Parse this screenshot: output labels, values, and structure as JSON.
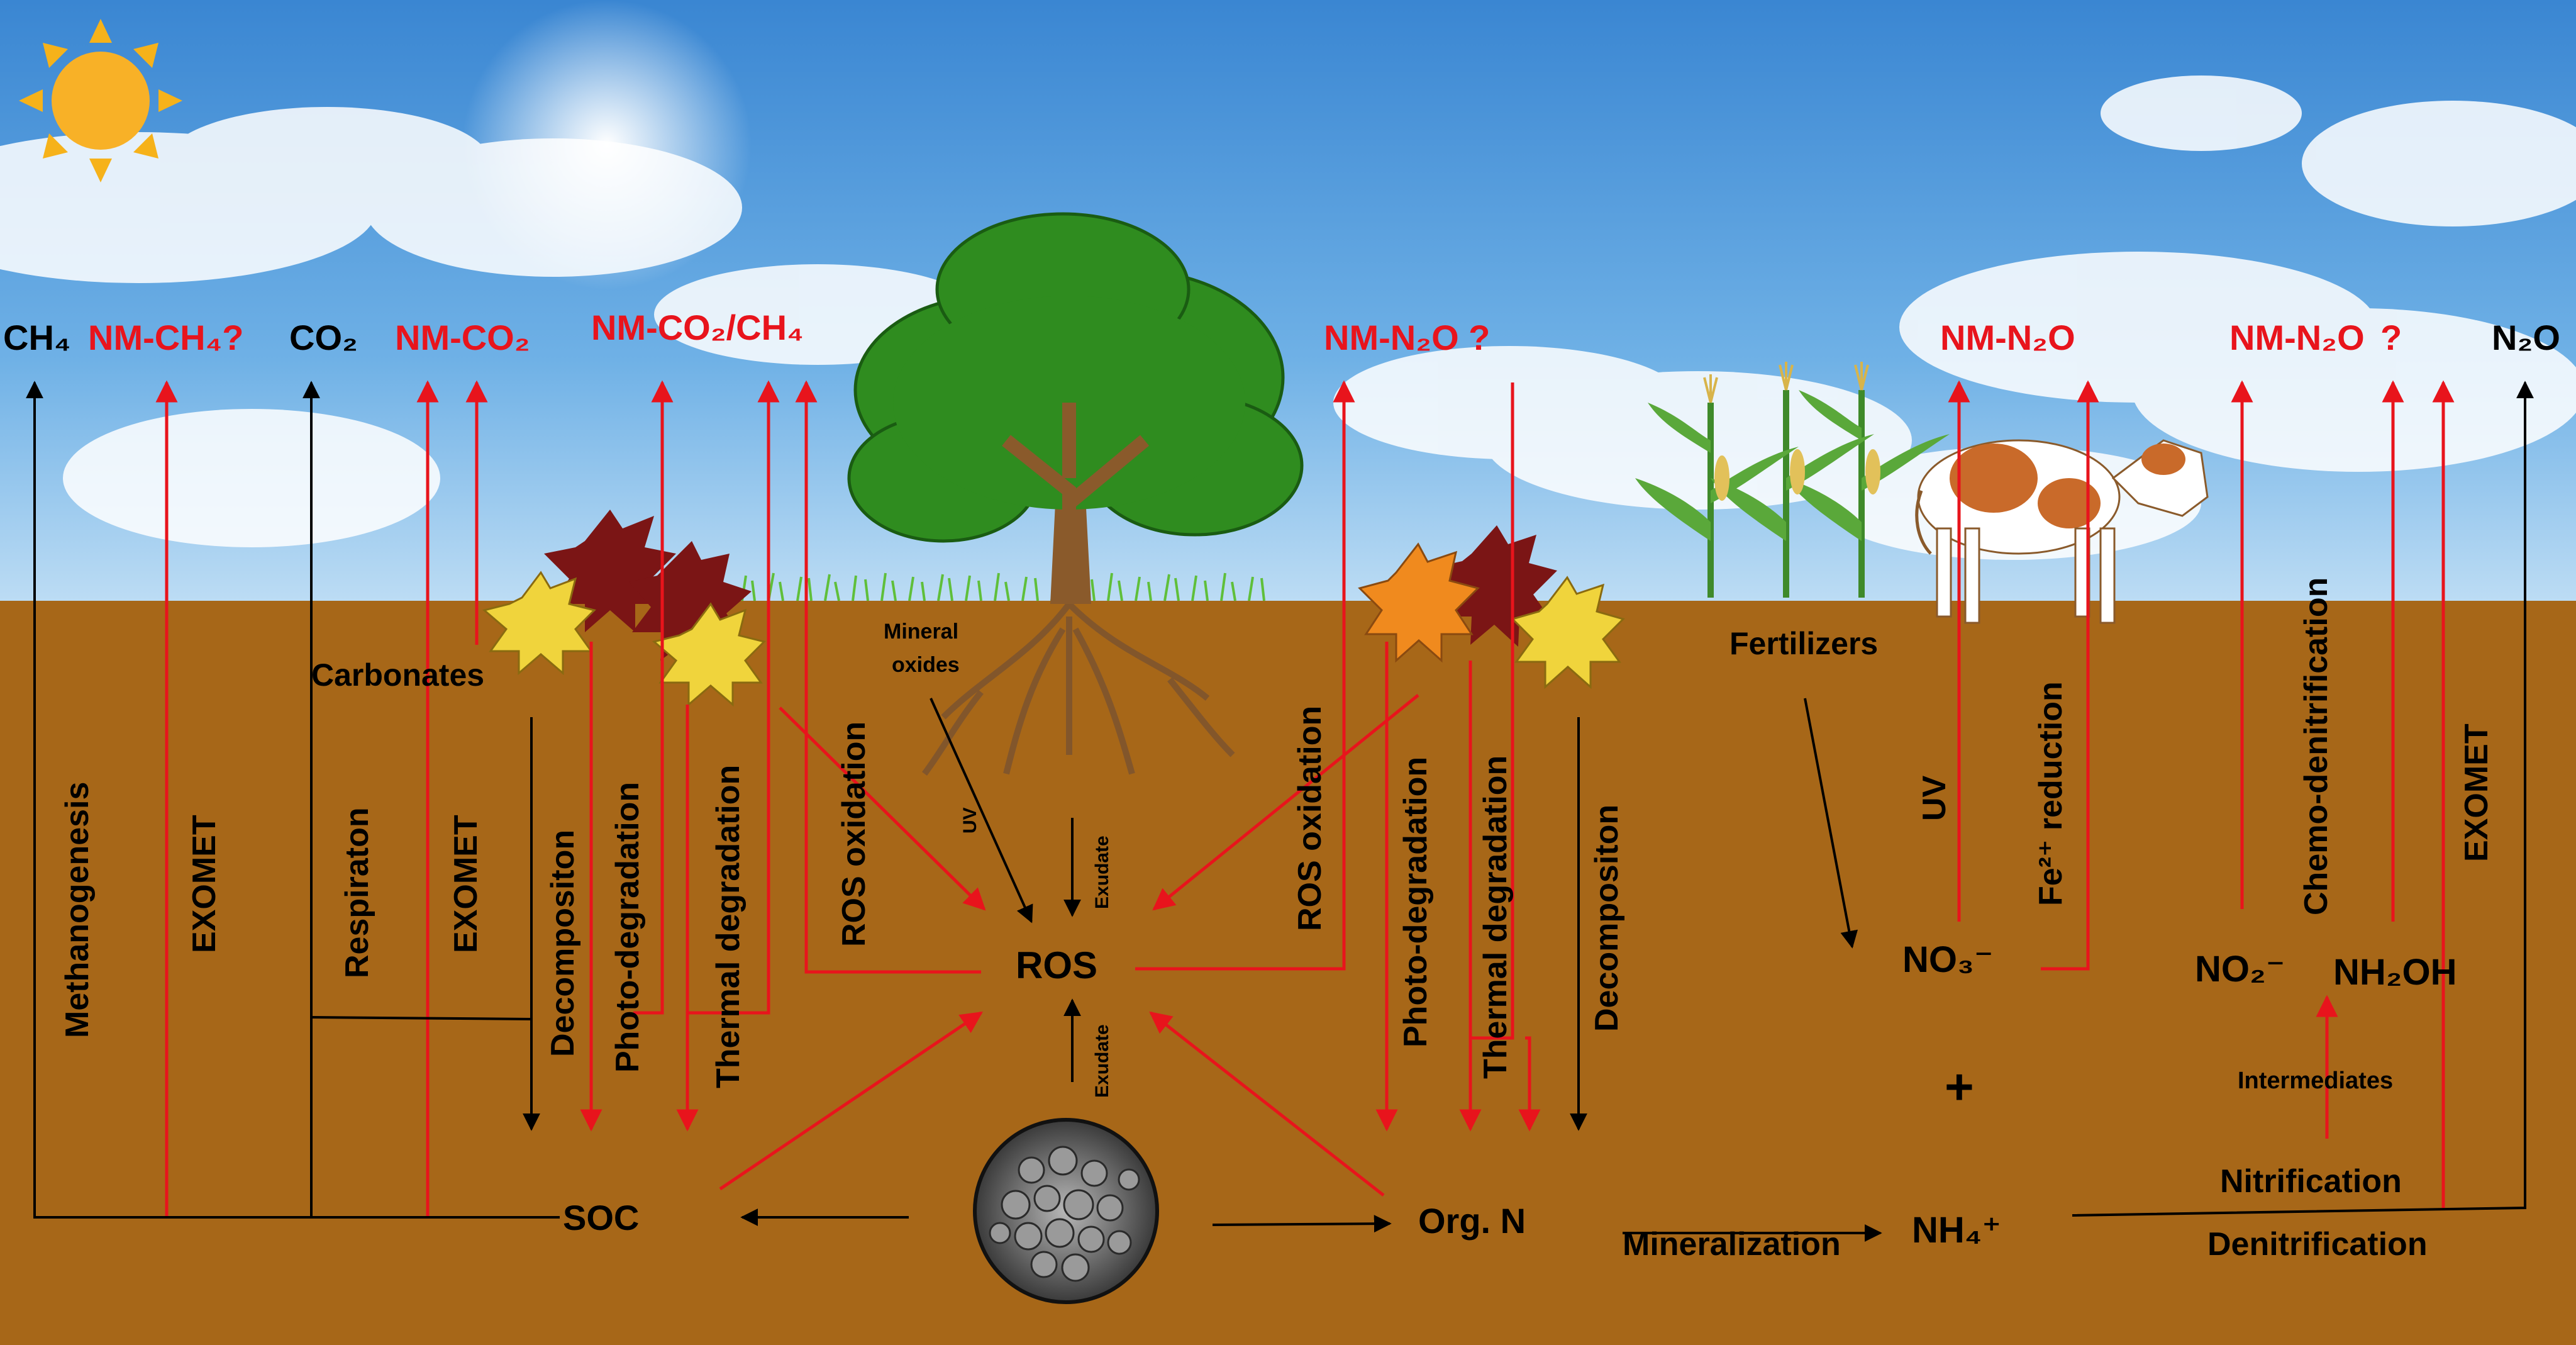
{
  "colors": {
    "sky_top": "#3f8fd8",
    "sky_bottom": "#cfe6f8",
    "soil": "#a76718",
    "red": "#e8141c",
    "black": "#000000",
    "tree_canopy": "#2f8c1f",
    "tree_trunk": "#8a5a2b"
  },
  "icons": [
    "sun-icon",
    "tree-icon",
    "maple-leaves-icon",
    "corn-plants-icon",
    "cow-icon",
    "microbe-sem-image-icon"
  ],
  "top_labels": {
    "ch4": "CH₄",
    "nm_ch4": "NM-CH₄?",
    "co2": "CO₂",
    "nm_co2": "NM-CO₂",
    "nm_co2_ch4": "NM-CO₂/CH₄",
    "nm_n2o_q": "NM-N₂O ?",
    "nm_n2o_a": "NM-N₂O",
    "nm_n2o_b": "NM-N₂O",
    "question": "?",
    "n2o": "N₂O"
  },
  "process_labels": {
    "methanogenesis": "Methanogenesis",
    "exomet_1": "EXOMET",
    "respiration": "Respiraton",
    "exomet_2": "EXOMET",
    "decomposition_1": "Decompositon",
    "photo_degradation_1": "Photo-degradation",
    "thermal_degradation_1": "Thermal degradation",
    "ros_oxidation_1": "ROS oxidation",
    "ros_oxidation_2": "ROS oxidation",
    "photo_degradation_2": "Photo-degradation",
    "thermal_degradation_2": "Thermal degradation",
    "decomposition_2": "Decompositon",
    "uv_right": "UV",
    "fe_reduction": "Fe²⁺ reduction",
    "chemo_denitrification": "Chemo-denitrification",
    "exomet_3": "EXOMET"
  },
  "nodes": {
    "carbonates": "Carbonates",
    "mineral_oxides_1": "Mineral",
    "mineral_oxides_2": "oxides",
    "uv_small": "UV",
    "exudate_top": "Exudate",
    "exudate_bottom": "Exudate",
    "ros": "ROS",
    "soc": "SOC",
    "org_n": "Org. N",
    "fertilizers": "Fertilizers",
    "no3": "NO₃⁻",
    "no2": "NO₂⁻",
    "nh2oh": "NH₂OH",
    "plus": "+",
    "intermediates": "Intermediates",
    "nitrification": "Nitrification",
    "mineralization": "Mineralization",
    "nh4": "NH₄⁺",
    "denitrification": "Denitrification"
  }
}
